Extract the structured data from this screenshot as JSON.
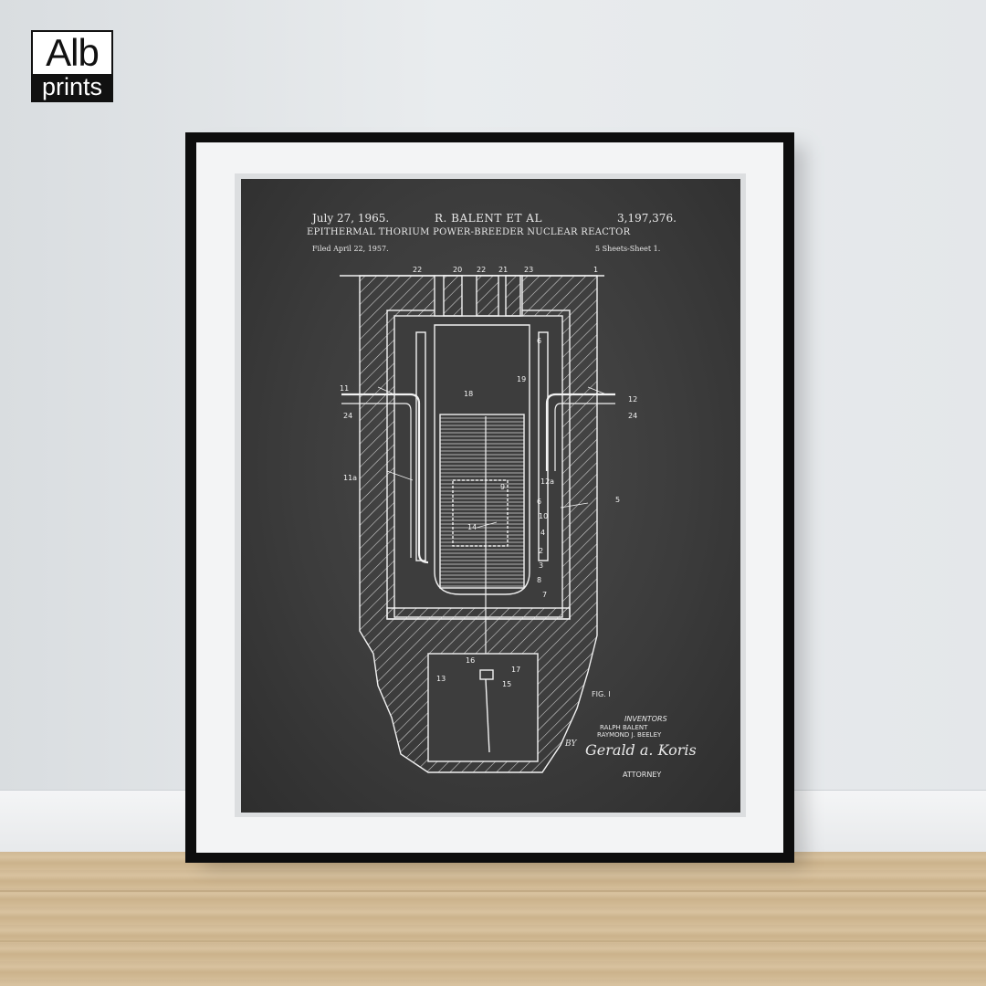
{
  "logo": {
    "line1": "Alb",
    "line2": "prints"
  },
  "poster": {
    "date": "July 27, 1965.",
    "inventor_header": "R. BALENT ET AL",
    "patent_number": "3,197,376.",
    "title": "EPITHERMAL THORIUM POWER-BREEDER NUCLEAR REACTOR",
    "filed": "Filed April 22, 1957.",
    "sheets": "5 Sheets-Sheet 1.",
    "figure_label": "FIG. I",
    "inventors_label": "INVENTORS",
    "inventor_1": "RALPH BALENT",
    "inventor_2": "RAYMOND J. BEELEY",
    "by_label": "BY",
    "signature": "Gerald a. Koris",
    "attorney_label": "ATTORNEY",
    "reference_numbers": [
      "22",
      "20",
      "22",
      "21",
      "23",
      "1",
      "6",
      "19",
      "18",
      "11",
      "12",
      "24",
      "24",
      "11a",
      "12a",
      "9",
      "6",
      "5",
      "14",
      "10",
      "4",
      "2",
      "3",
      "8",
      "7",
      "16",
      "17",
      "13",
      "15"
    ]
  },
  "colors": {
    "frame": "#0d0d0d",
    "mat": "#f3f4f5",
    "chalkboard": "#3c3c3c",
    "line": "#f2f2f2"
  }
}
